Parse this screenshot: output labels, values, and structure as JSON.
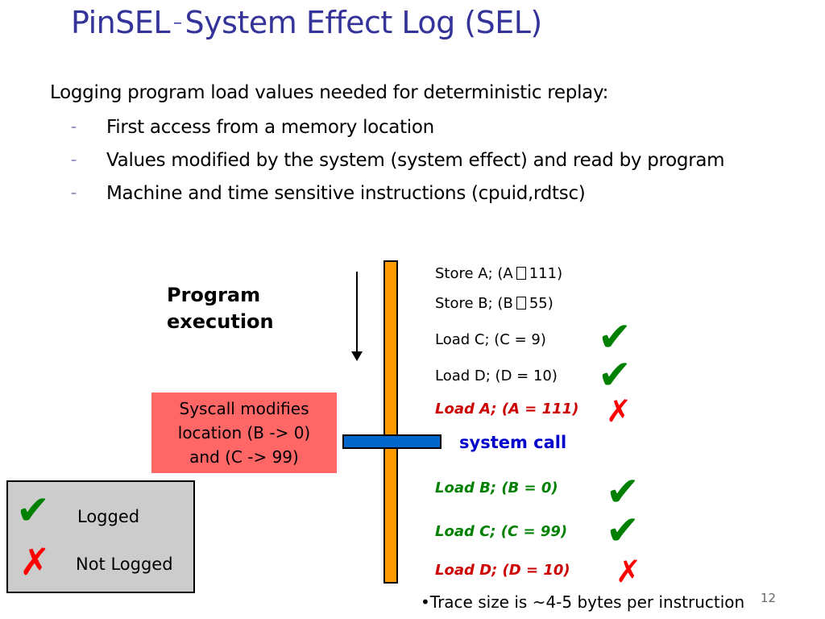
{
  "title": {
    "part1": "PinSEL",
    "dash": "–",
    "part2": "System Effect Log (SEL)"
  },
  "intro": "Logging program load values needed for deterministic replay:",
  "bullet_marker": "–",
  "bullets": [
    "First access from a memory location",
    "Values modified by the system (system effect) and read by program",
    "Machine and time sensitive instructions (cpuid,rdtsc)"
  ],
  "program_execution": {
    "line1": "Program",
    "line2": "execution"
  },
  "syscall_box": {
    "line1": "Syscall modifies",
    "line2": "location (B -> 0)",
    "line3": "and (C -> 99)"
  },
  "legend": {
    "logged": "Logged",
    "not_logged": "Not Logged",
    "check_glyph": "✔",
    "cross_glyph": "✗"
  },
  "events": {
    "store_a_pre": "Store A; (A",
    "store_a_post": "111)",
    "store_b_pre": "Store B; (B",
    "store_b_post": "55)",
    "load_c": "Load C;  (C = 9)",
    "load_d": "Load D;  (D = 10)",
    "load_a": "Load A; (A = 111)",
    "load_b2": "Load B; (B = 0)",
    "load_c2": "Load C; (C = 99)",
    "load_d2": "Load D; (D = 10)"
  },
  "system_call_label": "system call",
  "trace_note": "•Trace size is ~4-5 bytes per instruction",
  "page_number": "12",
  "colors": {
    "title": "#333399",
    "timeline": "#ff9900",
    "syscall_bar": "#0066cc",
    "syscall_box": "#ff6666",
    "legend_bg": "#cccccc",
    "logged": "#008000",
    "not_logged": "#ff0000",
    "system_call_text": "#0000cc"
  }
}
